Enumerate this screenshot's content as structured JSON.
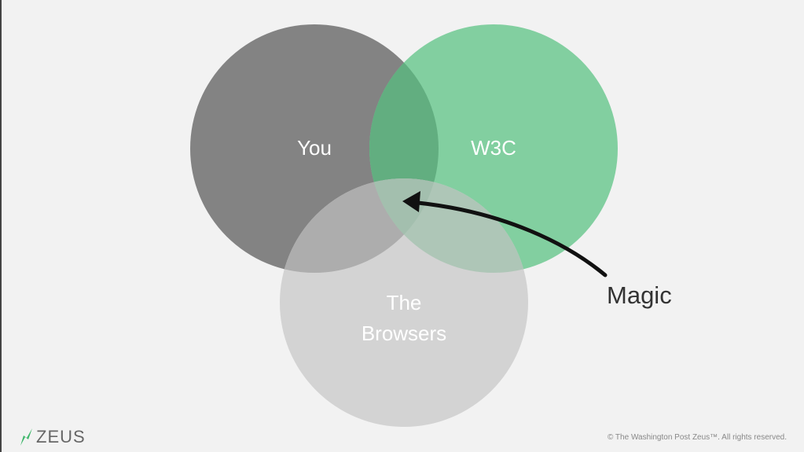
{
  "diagram": {
    "circles": [
      {
        "label": "You",
        "color": "#838383"
      },
      {
        "label": "W3C",
        "color": "#82cfa0"
      },
      {
        "label_line1": "The",
        "label_line2": "Browsers",
        "color": "#d3d3d3"
      }
    ],
    "annotation": "Magic"
  },
  "footer": {
    "logo": "ZEUS",
    "copyright": "© The Washington Post Zeus™. All rights reserved."
  }
}
